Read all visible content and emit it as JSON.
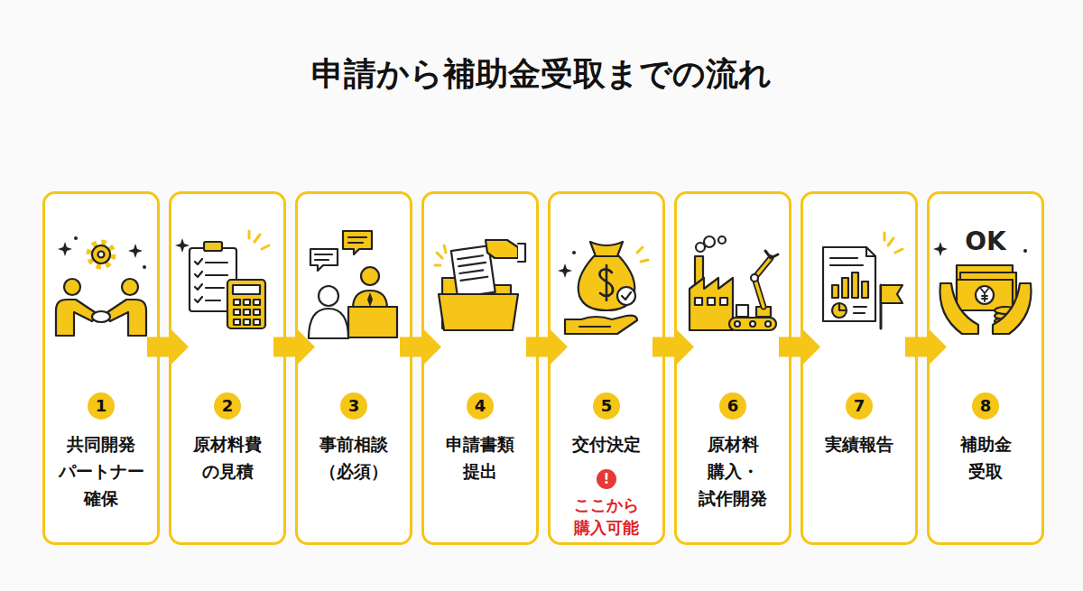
{
  "diagram": {
    "title": "申請から補助金受取までの流れ",
    "nodes": [
      {
        "text": [
          "1",
          "共同開発 パートナー 確保"
        ]
      },
      {
        "text": [
          "2",
          "原材料費 の見積"
        ]
      },
      {
        "text": [
          "3",
          "事前相談 （必須）"
        ]
      },
      {
        "text": [
          "4",
          "申請書類 提出"
        ]
      },
      {
        "text": [
          "5",
          "交付決定",
          "!",
          "ここから 購入可能"
        ]
      },
      {
        "text": [
          "6",
          "原材料 購入・ 試作開発"
        ]
      },
      {
        "text": [
          "7",
          "実績報告"
        ]
      },
      {
        "text": [
          "OK",
          "8",
          "補助金 受取"
        ]
      }
    ],
    "edges": [
      {
        "from": 0,
        "to": 1,
        "arrow": "to"
      },
      {
        "from": 1,
        "to": 2,
        "arrow": "to"
      },
      {
        "from": 2,
        "to": 3,
        "arrow": "to"
      },
      {
        "from": 3,
        "to": 4,
        "arrow": "to"
      },
      {
        "from": 4,
        "to": 5,
        "arrow": "to"
      },
      {
        "from": 5,
        "to": 6,
        "arrow": "to"
      },
      {
        "from": 6,
        "to": 7,
        "arrow": "to"
      }
    ]
  }
}
